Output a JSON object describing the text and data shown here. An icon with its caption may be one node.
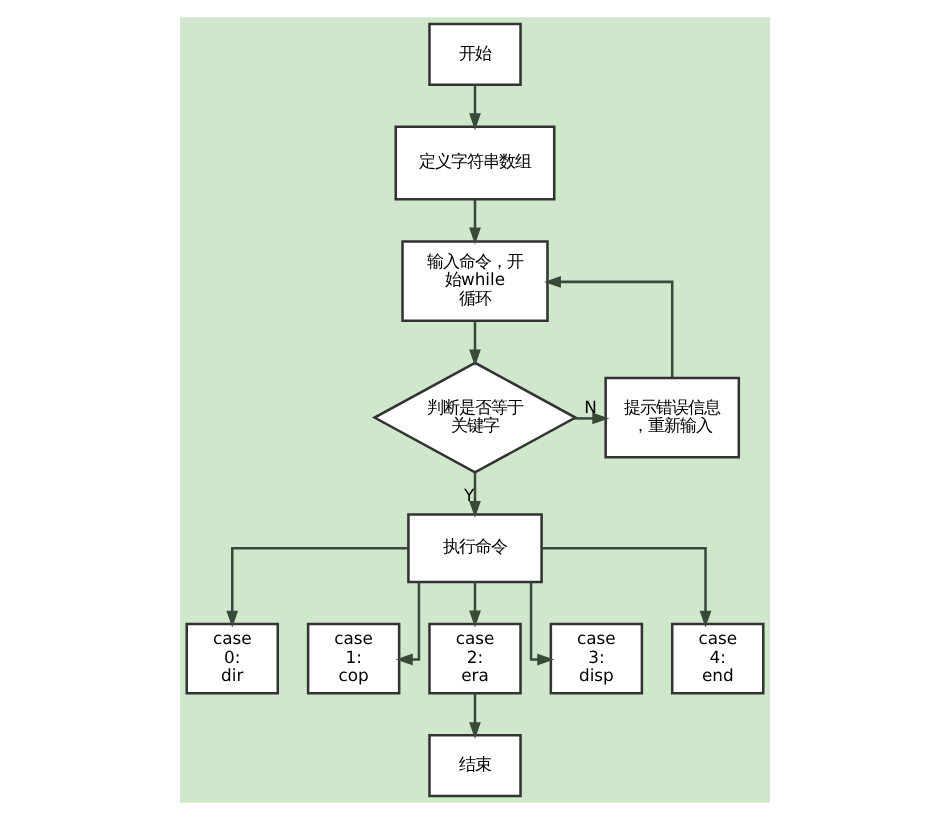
{
  "diagram": {
    "nodes": [
      {
        "text": [
          "开始"
        ]
      },
      {
        "text": [
          "定义字符串数组"
        ]
      },
      {
        "text": [
          "输入命令，开始while循环"
        ]
      },
      {
        "text": [
          "判断是否等于关键字"
        ]
      },
      {
        "text": [
          "提示错误信息，重新输入"
        ]
      },
      {
        "text": [
          "执行命令"
        ]
      },
      {
        "text": [
          "case 0: dir"
        ]
      },
      {
        "text": [
          "case 1: cop"
        ]
      },
      {
        "text": [
          "case 2: era"
        ]
      },
      {
        "text": [
          "case 3: disp"
        ]
      },
      {
        "text": [
          "case 4: end"
        ]
      },
      {
        "text": [
          "结束"
        ]
      }
    ],
    "edges": [
      {
        "from": 0,
        "to": 1,
        "arrow": "to"
      },
      {
        "from": 1,
        "to": 2,
        "arrow": "to"
      },
      {
        "from": 2,
        "to": 3,
        "arrow": "to"
      },
      {
        "from": 3,
        "to": 4,
        "arrow": "to",
        "label": "N"
      },
      {
        "from": 4,
        "to": 2,
        "arrow": "to"
      },
      {
        "from": 3,
        "to": 5,
        "arrow": "to",
        "label": "Y"
      },
      {
        "from": 5,
        "to": 6,
        "arrow": "to"
      },
      {
        "from": 5,
        "to": 7,
        "arrow": "to"
      },
      {
        "from": 5,
        "to": 8,
        "arrow": "to"
      },
      {
        "from": 5,
        "to": 9,
        "arrow": "to"
      },
      {
        "from": 5,
        "to": 10,
        "arrow": "to"
      },
      {
        "from": 8,
        "to": 11,
        "arrow": "to"
      }
    ]
  }
}
